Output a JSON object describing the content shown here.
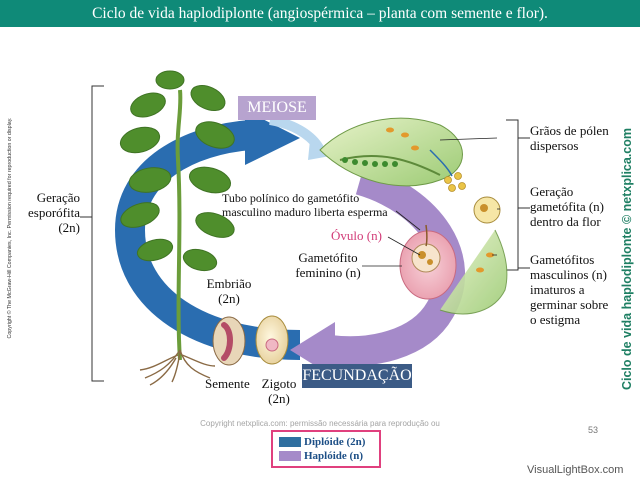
{
  "title": "Ciclo de vida haplodiplonte (angiospérmica – planta com semente e flor).",
  "labels": {
    "meiose": "MEIOSE",
    "fecundacao": "FECUNDAÇÃO",
    "geracao_esporofita": [
      "Geração",
      "esporófita",
      "(2n)"
    ],
    "tubo_polinico": [
      "Tubo polínico do gametófito",
      "masculino maduro liberta esperma"
    ],
    "ovulo": "Óvulo (n)",
    "gametofito_feminino": [
      "Gametófito",
      "feminino (n)"
    ],
    "embriao": [
      "Embrião",
      "(2n)"
    ],
    "semente": "Semente",
    "zigoto": [
      "Zigoto",
      "(2n)"
    ],
    "graos_polen": [
      "Grãos de pólen",
      "dispersos"
    ],
    "geracao_gametofita": [
      "Geração",
      "gametófita (n)",
      "dentro da flor"
    ],
    "gametofitos_masculinos": [
      "Gametófitos",
      "masculinos (n)",
      "imaturos a",
      "germinar sobre",
      "o estigma"
    ]
  },
  "legend": {
    "diploide": "Diplóide (2n)",
    "haploide": "Haplóide (n)",
    "diploide_color": "#2f6fa0",
    "haploide_color": "#a58ac9"
  },
  "colors": {
    "title_bg": "#0f8a78",
    "diploid_arrow": "#2a6db0",
    "haploid_arrow": "#a58ac9",
    "meiose_bg": "#b7a3cf",
    "fecundacao_bg": "#3c5b86"
  },
  "copyright_side": "Copyright © The McGraw-Hill Companies, Inc. Permission required for reproduction or display.",
  "watermark_side": "Ciclo de vida haplodiplonte © netxplica.com",
  "footer_copy": "Copyright netxplica.com: permissão necessária para reprodução ou exibição.",
  "page_number": "53",
  "site_watermark": "VisualLightBox.com"
}
